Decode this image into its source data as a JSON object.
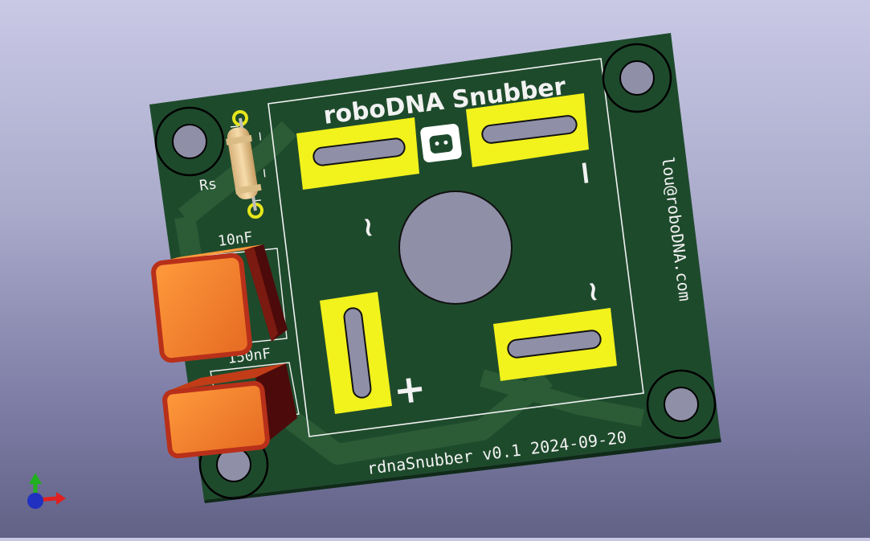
{
  "board": {
    "title": "roboDNA Snubber",
    "footer": "rdnaSnubber v0.1 2024-09-20",
    "email": "lou@roboDNA.com",
    "colors": {
      "board": "#1e4a2c",
      "board_dark": "#163a22",
      "trace": "#2b5c36",
      "pad": "#f2f21c",
      "silk": "#f2f2f2"
    }
  },
  "silkscreen": {
    "rs_label": "Rs",
    "cap1_label": "10nF",
    "cap2_label": "150nF",
    "pin_ac1": "~",
    "pin_ac2": "~",
    "pin_minus": "−",
    "pin_plus": "+"
  },
  "components": {
    "cap_color": "#f07a2a",
    "cap_top": "#ff8c30",
    "resistor_color": "#e9c98f"
  },
  "axes": {
    "x_color": "#e02020",
    "y_color": "#20b020",
    "z_color": "#2030c0"
  }
}
